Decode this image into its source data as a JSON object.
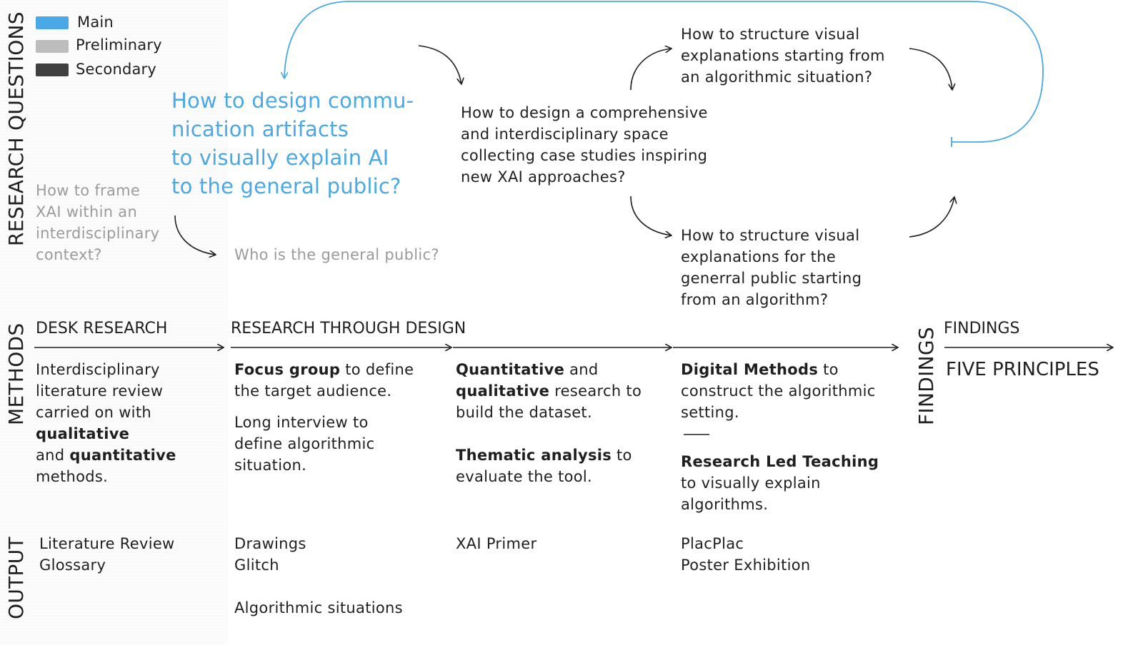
{
  "section_labels": {
    "research_questions": "RESEARCH QUESTIONS",
    "methods": "METHODS",
    "output": "OUTPUT",
    "findings": "FINDINGS"
  },
  "legend": [
    {
      "label": "Main",
      "color": "#4aa8e6"
    },
    {
      "label": "Preliminary",
      "color": "#bdbdbd"
    },
    {
      "label": "Secondary",
      "color": "#404040"
    }
  ],
  "questions": {
    "main": [
      "How to design commu-",
      "nication artifacts",
      "to visually explain AI",
      "to the general public?"
    ],
    "preliminary_frame": [
      "How to frame",
      "XAI within an",
      "interdisciplinary",
      "context?"
    ],
    "preliminary_public": "Who is the general public?",
    "secondary_space": [
      "How to design a comprehensive",
      "and interdisciplinary space",
      "collecting case studies inspiring",
      "new XAI approaches?"
    ],
    "secondary_situation": [
      "How to structure visual",
      "explanations starting from",
      "an algorithmic situation?"
    ],
    "secondary_algorithm": [
      "How to structure visual",
      "explanations for the",
      "generral public starting",
      "from an algorithm?"
    ]
  },
  "phases": {
    "desk_research": "DESK RESEARCH",
    "research_through_design": "RESEARCH THROUGH DESIGN",
    "findings": "FINDINGS",
    "five_principles": "FIVE PRINCIPLES"
  },
  "methods": {
    "desk": {
      "l1": "Interdisciplinary",
      "l2": "literature review",
      "l3": "carried on with",
      "l4": "qualitative",
      "l5a": "and ",
      "l5b": "quantitative",
      "l6": "methods."
    },
    "rtd1": {
      "b1": "Focus group",
      "t1": " to define",
      "t2": "the target audience.",
      "t3": "Long interview to",
      "t4": "define algorithmic",
      "t5": "situation."
    },
    "rtd2": {
      "b1": "Quantitative",
      "t1": " and",
      "b2": "qualitative",
      "t2": " research to",
      "t3": "build the dataset.",
      "b3": "Thematic analysis",
      "t4": " to",
      "t5": "evaluate the tool."
    },
    "rtd3": {
      "b1": "Digital Methods",
      "t1": " to",
      "t2": "construct the algorithmic",
      "t3": "setting.",
      "b2": "Research Led Teaching",
      "t4": "to visually explain",
      "t5": "algorithms."
    }
  },
  "outputs": {
    "desk": [
      "Literature Review",
      "Glossary"
    ],
    "rtd1": [
      "Drawings",
      "Glitch",
      "Algorithmic situations"
    ],
    "rtd2": [
      "XAI Primer"
    ],
    "rtd3": [
      "PlacPlac",
      "Poster Exhibition"
    ]
  }
}
